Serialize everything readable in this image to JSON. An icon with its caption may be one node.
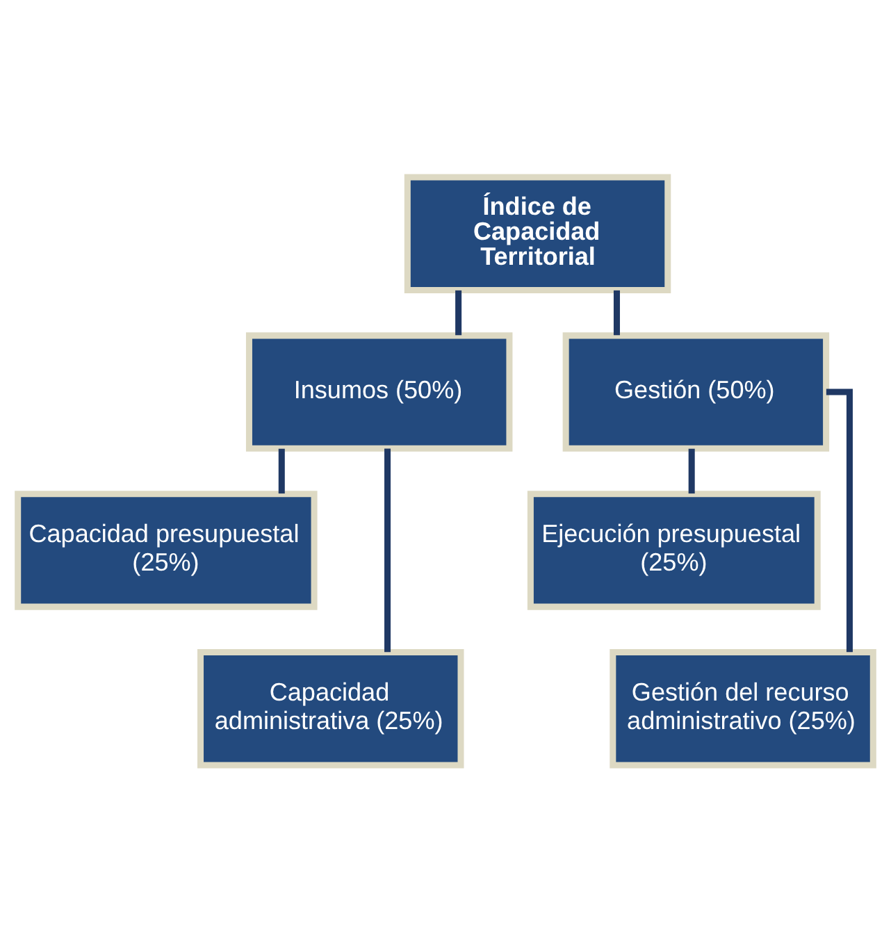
{
  "diagram": {
    "nodes": [
      {
        "text": [
          "Índice de Capacidad Territorial"
        ]
      },
      {
        "text": [
          "Insumos (50%)"
        ]
      },
      {
        "text": [
          "Gestión (50%)"
        ]
      },
      {
        "text": [
          "Capacidad presupuestal (25%)"
        ]
      },
      {
        "text": [
          "Capacidad administrativa (25%)"
        ]
      },
      {
        "text": [
          "Ejecución presupuestal (25%)"
        ]
      },
      {
        "text": [
          "Gestión del recurso administrativo (25%)"
        ]
      }
    ],
    "edges": [
      {
        "from": 0,
        "to": 1,
        "arrow": "none"
      },
      {
        "from": 0,
        "to": 2,
        "arrow": "none"
      },
      {
        "from": 1,
        "to": 3,
        "arrow": "none"
      },
      {
        "from": 1,
        "to": 4,
        "arrow": "none"
      },
      {
        "from": 2,
        "to": 5,
        "arrow": "none"
      },
      {
        "from": 2,
        "to": 6,
        "arrow": "none"
      }
    ]
  }
}
